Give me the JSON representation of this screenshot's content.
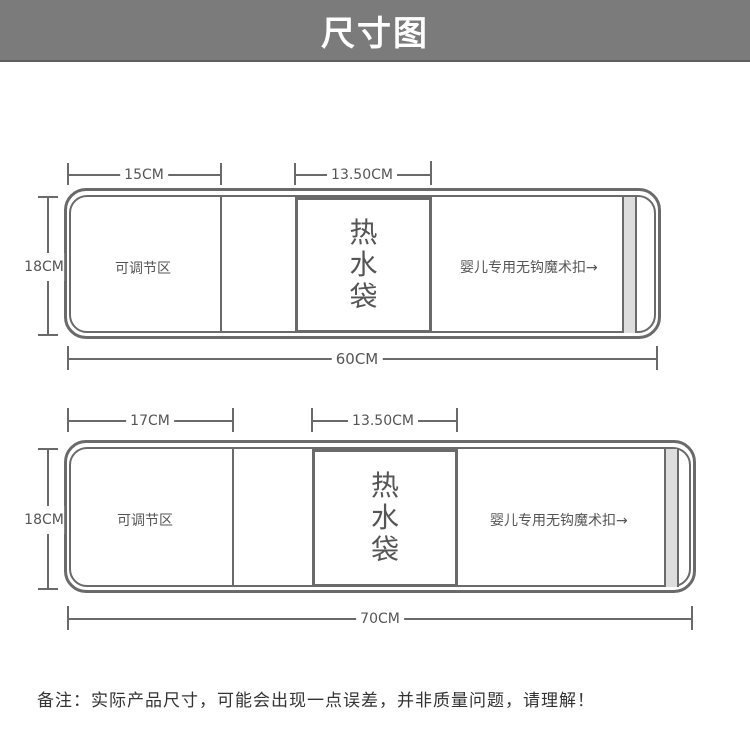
{
  "title": "尺寸图",
  "diagrams": [
    {
      "width": "15CM",
      "pocket": "13.50CM",
      "height": "18CM",
      "length": "60CM",
      "adjust": "可调节区",
      "bag": [
        "热",
        "水",
        "袋"
      ],
      "velcro": "婴儿专用无钩魔术扣→"
    },
    {
      "width": "17CM",
      "pocket": "13.50CM",
      "height": "18CM",
      "length": "70CM",
      "adjust": "可调节区",
      "bag": [
        "热",
        "水",
        "袋"
      ],
      "velcro": "婴儿专用无钩魔术扣→"
    }
  ],
  "note": "备注：实际产品尺寸，可能会出现一点误差，并非质量问题，请理解！"
}
